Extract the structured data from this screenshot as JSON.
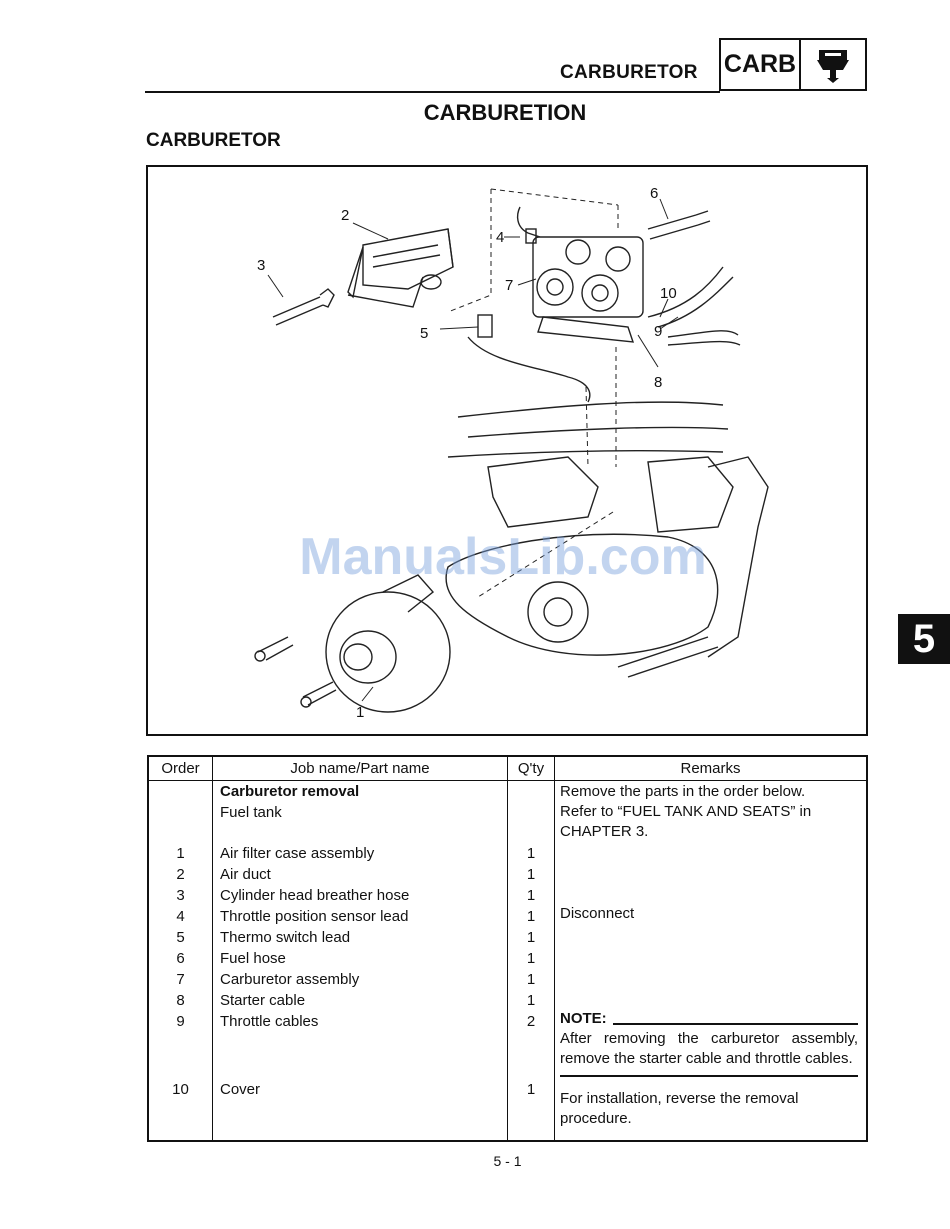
{
  "header": {
    "section": "CARBURETOR",
    "code": "CARB",
    "icon": "carburetor-icon"
  },
  "title": "CARBURETION",
  "subtitle": "CARBURETOR",
  "diagram": {
    "callouts": [
      "1",
      "2",
      "3",
      "4",
      "5",
      "6",
      "7",
      "8",
      "9",
      "10"
    ],
    "watermark": "ManualsLib.com"
  },
  "chapter_tab": "5",
  "table": {
    "headers": {
      "order": "Order",
      "job": "Job name/Part name",
      "qty": "Q'ty",
      "remarks": "Remarks"
    },
    "job_title": "Carburetor removal",
    "rows": [
      {
        "order": "",
        "job": "Fuel tank",
        "qty": ""
      },
      {
        "order": "1",
        "job": "Air filter case assembly",
        "qty": "1"
      },
      {
        "order": "2",
        "job": "Air duct",
        "qty": "1"
      },
      {
        "order": "3",
        "job": "Cylinder head breather hose",
        "qty": "1"
      },
      {
        "order": "4",
        "job": "Throttle position sensor lead",
        "qty": "1"
      },
      {
        "order": "5",
        "job": "Thermo switch lead",
        "qty": "1"
      },
      {
        "order": "6",
        "job": "Fuel hose",
        "qty": "1"
      },
      {
        "order": "7",
        "job": "Carburetor assembly",
        "qty": "1"
      },
      {
        "order": "8",
        "job": "Starter cable",
        "qty": "1"
      },
      {
        "order": "9",
        "job": "Throttle cables",
        "qty": "2"
      },
      {
        "order": "10",
        "job": "Cover",
        "qty": "1"
      }
    ],
    "remarks": {
      "intro": "Remove the parts in the order below.",
      "refer": "Refer to “FUEL TANK AND SEATS” in CHAPTER 3.",
      "disconnect": "Disconnect",
      "note_label": "NOTE:",
      "note_text": "After removing the carburetor assembly, remove the starter cable and throttle cables.",
      "install": "For installation, reverse the removal procedure."
    }
  },
  "page_number": "5 - 1"
}
